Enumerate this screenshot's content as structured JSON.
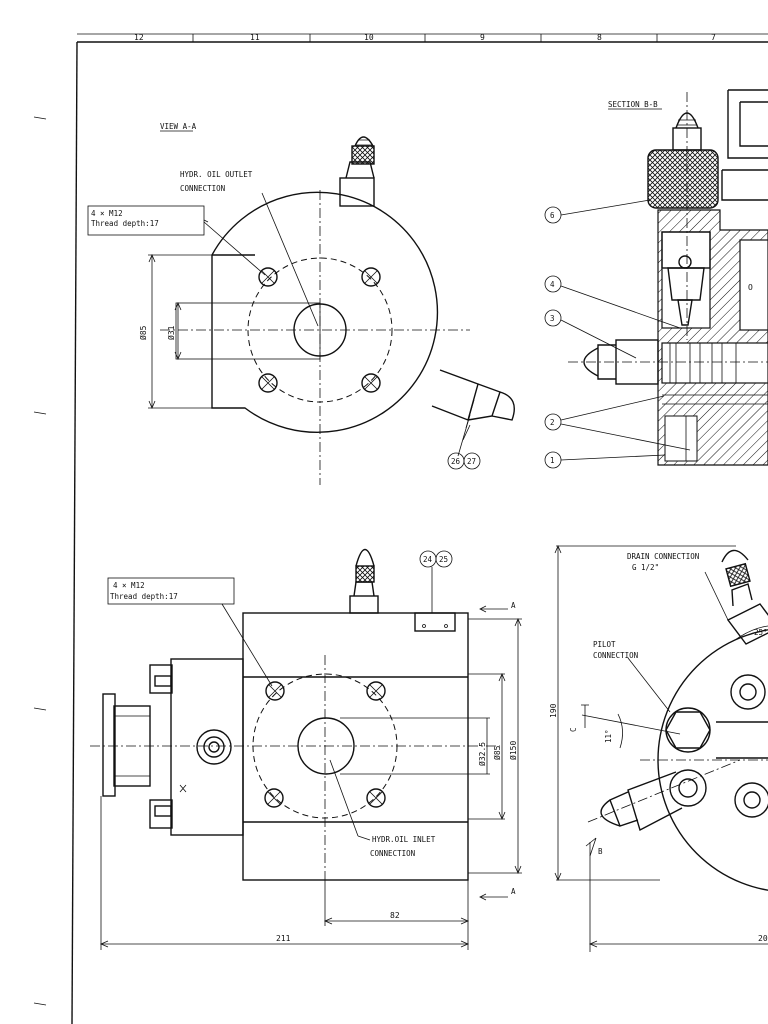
{
  "zones": [
    "12",
    "11",
    "10",
    "9",
    "8",
    "7"
  ],
  "top_left": {
    "view_label": "VIEW A-A",
    "outlet_line1": "HYDR. OIL OUTLET",
    "outlet_line2": "CONNECTION",
    "thread_line1": "4 × M12",
    "thread_line2": "Thread depth:17",
    "dia_85": "Ø85",
    "dia_31": "Ø31",
    "balloon_a": "26",
    "balloon_b": "27"
  },
  "section": {
    "label": "SECTION B-B",
    "balloons": [
      "6",
      "4",
      "3",
      "2",
      "1"
    ]
  },
  "bottom_left": {
    "thread_line1": "4 × M12",
    "thread_line2": "Thread depth:17",
    "balloon_a": "24",
    "balloon_b": "25",
    "arrow_top": "A",
    "arrow_bottom": "A",
    "inlet_line1": "HYDR.OIL INLET",
    "inlet_line2": "CONNECTION",
    "dia_32": "Ø32.5",
    "dia_85": "Ø85",
    "dia_150": "Ø150",
    "dim_82": "82",
    "dim_211": "211"
  },
  "bottom_right": {
    "drain_line1": "DRAIN CONNECTION",
    "drain_line2": "G 1/2\"",
    "pilot_line1": "PILOT",
    "pilot_line2": "CONNECTION",
    "angle_25": "25°",
    "angle_11": "11°",
    "dim_190": "190",
    "label_c": "C",
    "label_b": "B",
    "dim_20": "20"
  }
}
